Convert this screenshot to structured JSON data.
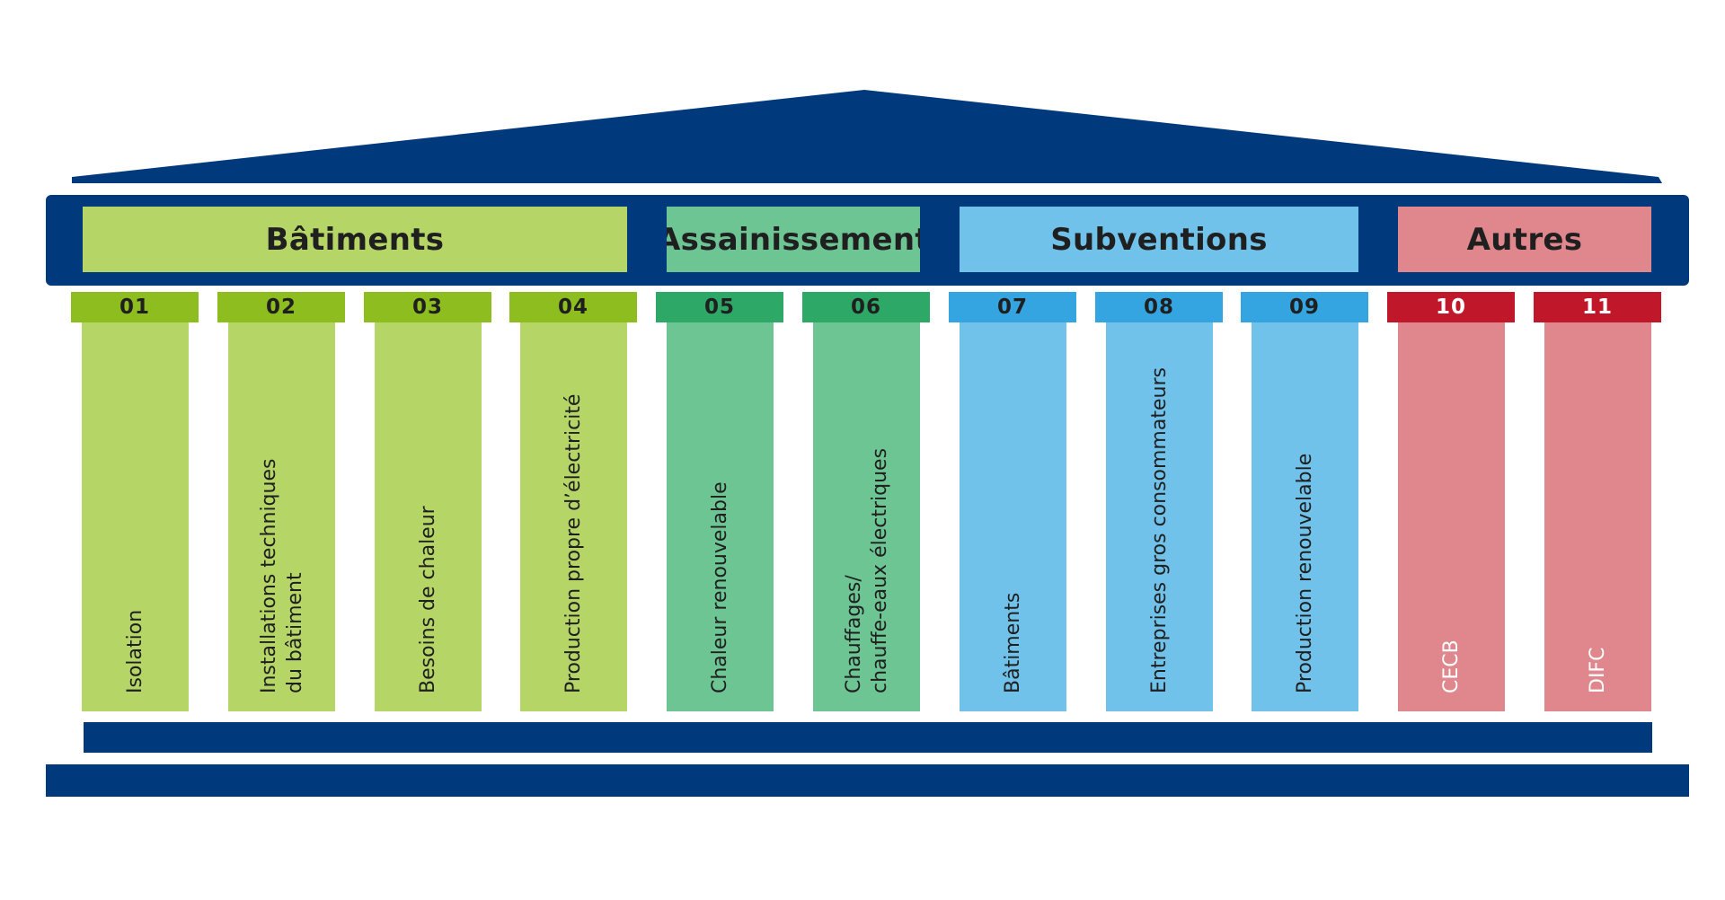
{
  "colors": {
    "structure": "#003a7d",
    "batiments_light": "#b5d567",
    "batiments_dark": "#8dbd1f",
    "assainissement_light": "#6ec594",
    "assainissement_dark": "#2ea866",
    "subventions_light": "#71c2ea",
    "subventions_dark": "#35a5e2",
    "autres_light": "#e0878e",
    "autres_dark": "#c0182a",
    "text_dark": "#1f1f1f",
    "text_light": "#ffffff"
  },
  "categories": [
    {
      "id": "batiments",
      "label": "Bâtiments"
    },
    {
      "id": "assainissement",
      "label": "Assainissement"
    },
    {
      "id": "subventions",
      "label": "Subventions"
    },
    {
      "id": "autres",
      "label": "Autres"
    }
  ],
  "pillars": [
    {
      "number": "01",
      "category": "batiments",
      "lines": [
        "Isolation"
      ]
    },
    {
      "number": "02",
      "category": "batiments",
      "lines": [
        "Installations techniques",
        "du bâtiment"
      ]
    },
    {
      "number": "03",
      "category": "batiments",
      "lines": [
        "Besoins de chaleur"
      ]
    },
    {
      "number": "04",
      "category": "batiments",
      "lines": [
        "Production propre d’électricité"
      ]
    },
    {
      "number": "05",
      "category": "assainissement",
      "lines": [
        "Chaleur renouvelable"
      ]
    },
    {
      "number": "06",
      "category": "assainissement",
      "lines": [
        "Chauffages/",
        "chauffe-eaux électriques"
      ]
    },
    {
      "number": "07",
      "category": "subventions",
      "lines": [
        "Bâtiments"
      ]
    },
    {
      "number": "08",
      "category": "subventions",
      "lines": [
        "Entreprises gros consommateurs"
      ]
    },
    {
      "number": "09",
      "category": "subventions",
      "lines": [
        "Production renouvelable"
      ]
    },
    {
      "number": "10",
      "category": "autres",
      "lines": [
        "CECB"
      ]
    },
    {
      "number": "11",
      "category": "autres",
      "lines": [
        "DIFC"
      ]
    }
  ]
}
